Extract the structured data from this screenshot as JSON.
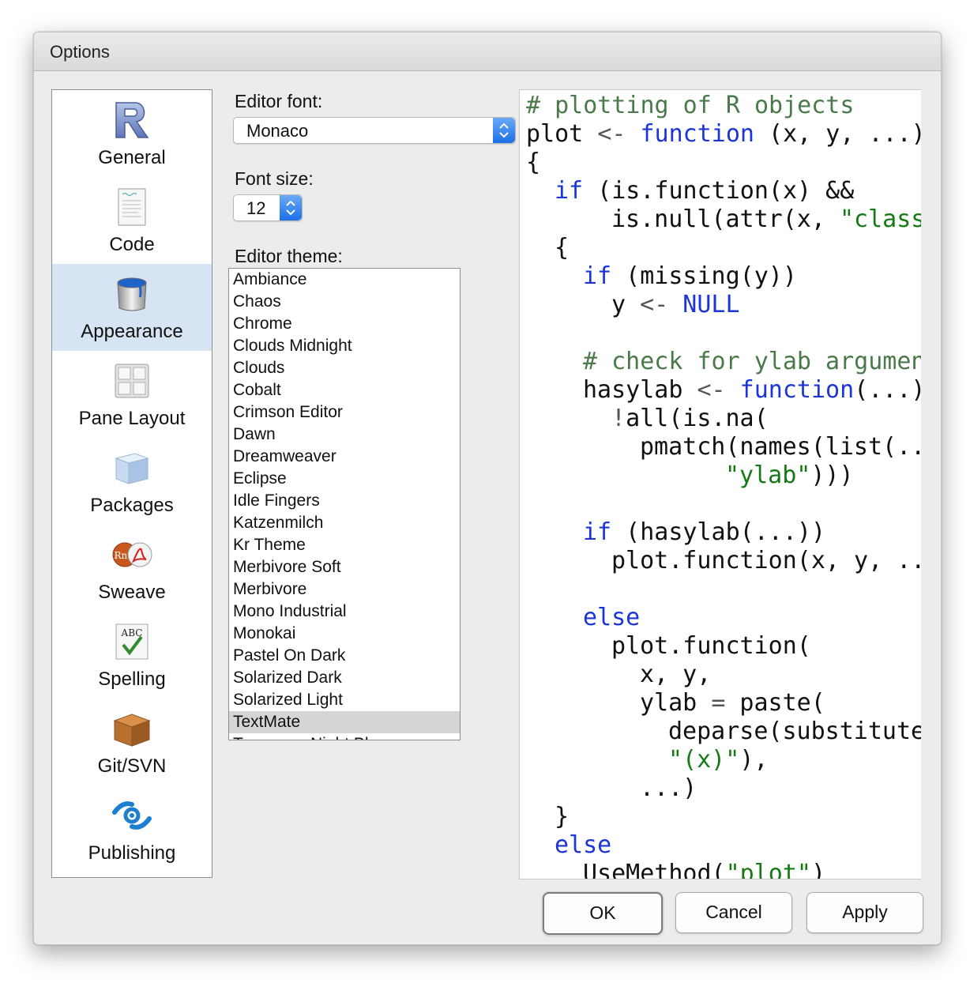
{
  "window": {
    "title": "Options"
  },
  "sidebar": {
    "items": [
      {
        "label": "General",
        "icon": "r-logo-icon",
        "selected": false
      },
      {
        "label": "Code",
        "icon": "code-document-icon",
        "selected": false
      },
      {
        "label": "Appearance",
        "icon": "paint-bucket-icon",
        "selected": true
      },
      {
        "label": "Pane Layout",
        "icon": "pane-grid-icon",
        "selected": false
      },
      {
        "label": "Packages",
        "icon": "package-cube-icon",
        "selected": false
      },
      {
        "label": "Sweave",
        "icon": "sweave-pdf-icon",
        "selected": false
      },
      {
        "label": "Spelling",
        "icon": "spellcheck-icon",
        "selected": false
      },
      {
        "label": "Git/SVN",
        "icon": "git-box-icon",
        "selected": false
      },
      {
        "label": "Publishing",
        "icon": "publishing-icon",
        "selected": false
      }
    ]
  },
  "editor_font": {
    "label": "Editor font:",
    "value": "Monaco"
  },
  "font_size": {
    "label": "Font size:",
    "value": "12"
  },
  "editor_theme": {
    "label": "Editor theme:",
    "items": [
      "Ambiance",
      "Chaos",
      "Chrome",
      "Clouds Midnight",
      "Clouds",
      "Cobalt",
      "Crimson Editor",
      "Dawn",
      "Dreamweaver",
      "Eclipse",
      "Idle Fingers",
      "Katzenmilch",
      "Kr Theme",
      "Merbivore Soft",
      "Merbivore",
      "Mono Industrial",
      "Monokai",
      "Pastel On Dark",
      "Solarized Dark",
      "Solarized Light",
      "TextMate",
      "Tomorrow Night Blue"
    ],
    "selected": "TextMate"
  },
  "preview": {
    "lines": [
      {
        "indent": 0,
        "parts": [
          {
            "t": "# plotting of R objects",
            "c": "comment"
          }
        ]
      },
      {
        "indent": 0,
        "parts": [
          {
            "t": "plot ",
            "c": ""
          },
          {
            "t": "<-",
            "c": "op"
          },
          {
            "t": " function",
            "c": "kw"
          },
          {
            "t": " (x, y, ...)",
            "c": ""
          }
        ]
      },
      {
        "indent": 0,
        "parts": [
          {
            "t": "{",
            "c": ""
          }
        ]
      },
      {
        "indent": 1,
        "parts": [
          {
            "t": "if",
            "c": "kw"
          },
          {
            "t": " (is.function(x) &&",
            "c": ""
          }
        ]
      },
      {
        "indent": 3,
        "parts": [
          {
            "t": "is.null(attr(x, ",
            "c": ""
          },
          {
            "t": "\"class\"",
            "c": "str"
          }
        ]
      },
      {
        "indent": 1,
        "parts": [
          {
            "t": "{",
            "c": ""
          }
        ]
      },
      {
        "indent": 2,
        "parts": [
          {
            "t": "if",
            "c": "kw"
          },
          {
            "t": " (missing(y))",
            "c": ""
          }
        ]
      },
      {
        "indent": 3,
        "parts": [
          {
            "t": "y ",
            "c": ""
          },
          {
            "t": "<-",
            "c": "op"
          },
          {
            "t": " NULL",
            "c": "kw"
          }
        ]
      },
      {
        "indent": 0,
        "parts": []
      },
      {
        "indent": 2,
        "parts": [
          {
            "t": "# check for ylab argument",
            "c": "comment"
          }
        ]
      },
      {
        "indent": 2,
        "parts": [
          {
            "t": "hasylab ",
            "c": ""
          },
          {
            "t": "<-",
            "c": "op"
          },
          {
            "t": " function",
            "c": "kw"
          },
          {
            "t": "(...)",
            "c": ""
          }
        ]
      },
      {
        "indent": 3,
        "parts": [
          {
            "t": "!",
            "c": "op"
          },
          {
            "t": "all(is.na(",
            "c": ""
          }
        ]
      },
      {
        "indent": 4,
        "parts": [
          {
            "t": "pmatch(names(list(...)),",
            "c": ""
          }
        ]
      },
      {
        "indent": 7,
        "parts": [
          {
            "t": "\"ylab\"",
            "c": "str"
          },
          {
            "t": ")))",
            "c": ""
          }
        ]
      },
      {
        "indent": 0,
        "parts": []
      },
      {
        "indent": 2,
        "parts": [
          {
            "t": "if",
            "c": "kw"
          },
          {
            "t": " (hasylab(...))",
            "c": ""
          }
        ]
      },
      {
        "indent": 3,
        "parts": [
          {
            "t": "plot.function(x, y, ...)",
            "c": ""
          }
        ]
      },
      {
        "indent": 0,
        "parts": []
      },
      {
        "indent": 2,
        "parts": [
          {
            "t": "else",
            "c": "kw"
          }
        ]
      },
      {
        "indent": 3,
        "parts": [
          {
            "t": "plot.function(",
            "c": ""
          }
        ]
      },
      {
        "indent": 4,
        "parts": [
          {
            "t": "x, y,",
            "c": ""
          }
        ]
      },
      {
        "indent": 4,
        "parts": [
          {
            "t": "ylab ",
            "c": ""
          },
          {
            "t": "=",
            "c": "op"
          },
          {
            "t": " paste(",
            "c": ""
          }
        ]
      },
      {
        "indent": 5,
        "parts": [
          {
            "t": "deparse(substitute(x)),",
            "c": ""
          }
        ]
      },
      {
        "indent": 5,
        "parts": [
          {
            "t": "\"(x)\"",
            "c": "str"
          },
          {
            "t": "),",
            "c": ""
          }
        ]
      },
      {
        "indent": 4,
        "parts": [
          {
            "t": "...)",
            "c": ""
          }
        ]
      },
      {
        "indent": 1,
        "parts": [
          {
            "t": "}",
            "c": ""
          }
        ]
      },
      {
        "indent": 1,
        "parts": [
          {
            "t": "else",
            "c": "kw"
          }
        ]
      },
      {
        "indent": 2,
        "parts": [
          {
            "t": "UseMethod(",
            "c": ""
          },
          {
            "t": "\"plot\"",
            "c": "str"
          },
          {
            "t": ")",
            "c": ""
          }
        ]
      }
    ]
  },
  "buttons": {
    "ok": "OK",
    "cancel": "Cancel",
    "apply": "Apply"
  }
}
